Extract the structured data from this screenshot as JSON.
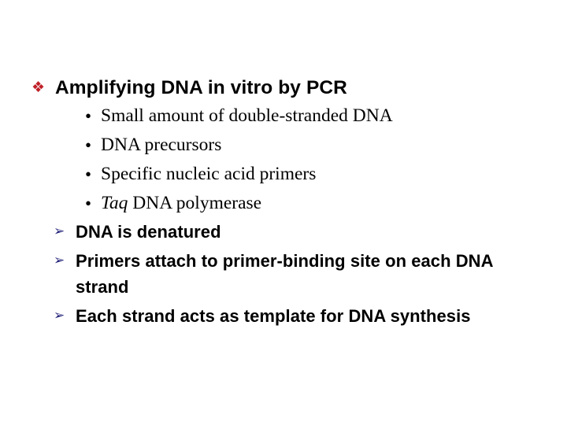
{
  "slide": {
    "background_color": "#FFFFFF",
    "heading": {
      "bullet_glyph": "❖",
      "bullet_color": "#C02028",
      "text": "Amplifying DNA in vitro by PCR"
    },
    "requirements": {
      "bullet_glyph": "•",
      "items": [
        {
          "text": "Small amount of double-stranded DNA",
          "italic_prefix": ""
        },
        {
          "text": "DNA precursors",
          "italic_prefix": ""
        },
        {
          "text": "Specific nucleic acid primers",
          "italic_prefix": ""
        },
        {
          "text": "DNA polymerase",
          "italic_prefix": "Taq"
        }
      ]
    },
    "steps": {
      "bullet_glyph": "➢",
      "bullet_color": "#201F79",
      "items": [
        {
          "text": "DNA is denatured"
        },
        {
          "text": "Primers attach to primer-binding site on each DNA strand"
        },
        {
          "text": "Each strand acts as template for DNA synthesis"
        }
      ]
    }
  }
}
